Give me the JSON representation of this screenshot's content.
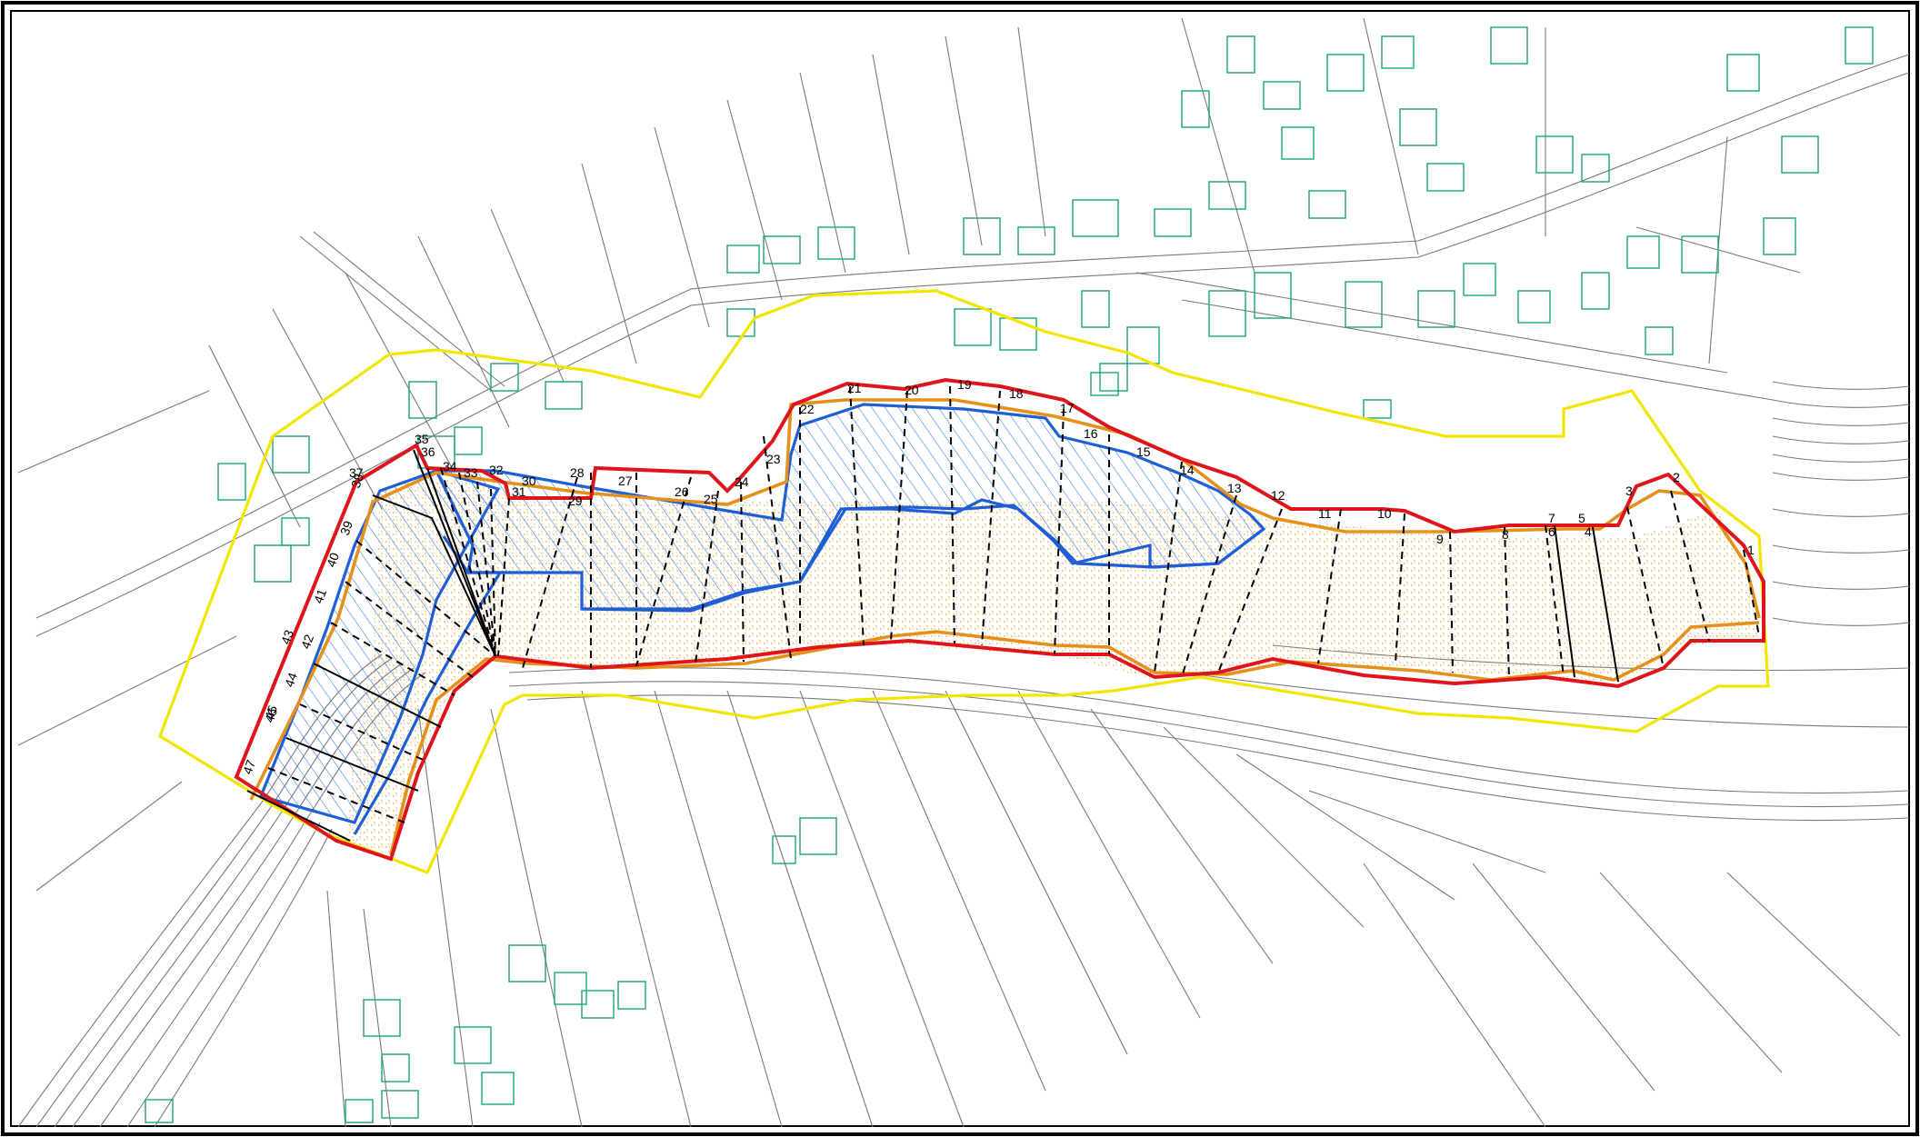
{
  "map": {
    "colors": {
      "background": "#ffffff",
      "frame": "#000000",
      "base_lines": "#7a7a7a",
      "buildings": "#1aa67a",
      "yellow_boundary": "#f2e600",
      "red_boundary": "#e0151b",
      "orange_line": "#e5901a",
      "orange_hatch": "#efa23a",
      "blue_outline": "#1f5fd6",
      "blue_hatch": "#3a7ee6",
      "section_lines": "#000000"
    },
    "section_labels": [
      "1",
      "2",
      "3",
      "4",
      "5",
      "6",
      "7",
      "8",
      "9",
      "10",
      "11",
      "12",
      "13",
      "14",
      "15",
      "16",
      "17",
      "18",
      "19",
      "20",
      "21",
      "22",
      "23",
      "24",
      "25",
      "26",
      "27",
      "28",
      "29",
      "30",
      "31",
      "32",
      "33",
      "34",
      "35",
      "36",
      "37",
      "38",
      "39",
      "40",
      "41",
      "42",
      "43",
      "44",
      "45",
      "46",
      "47"
    ]
  }
}
